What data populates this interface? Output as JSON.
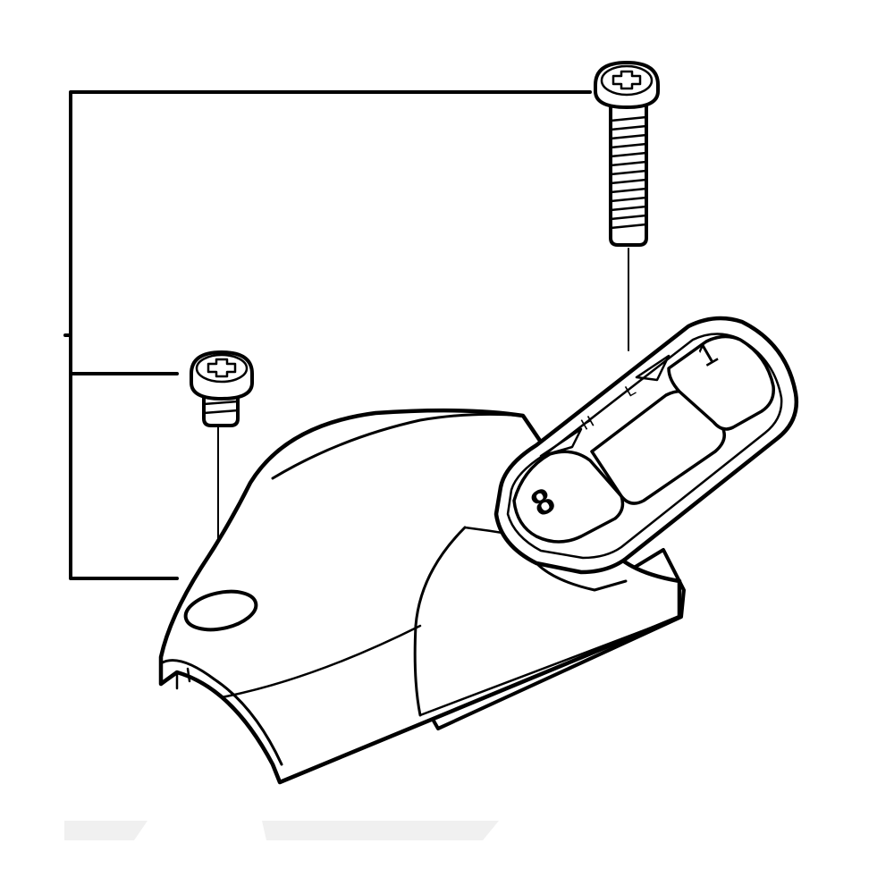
{
  "diagram": {
    "button_labels": {
      "left": "8",
      "right": "1",
      "high": "H",
      "low": "L"
    },
    "colors": {
      "line": "#000000",
      "background": "#ffffff",
      "shadow_band": "#f0f0f0"
    },
    "parts": [
      "long-screw",
      "short-screw",
      "switch-housing-cover"
    ]
  }
}
